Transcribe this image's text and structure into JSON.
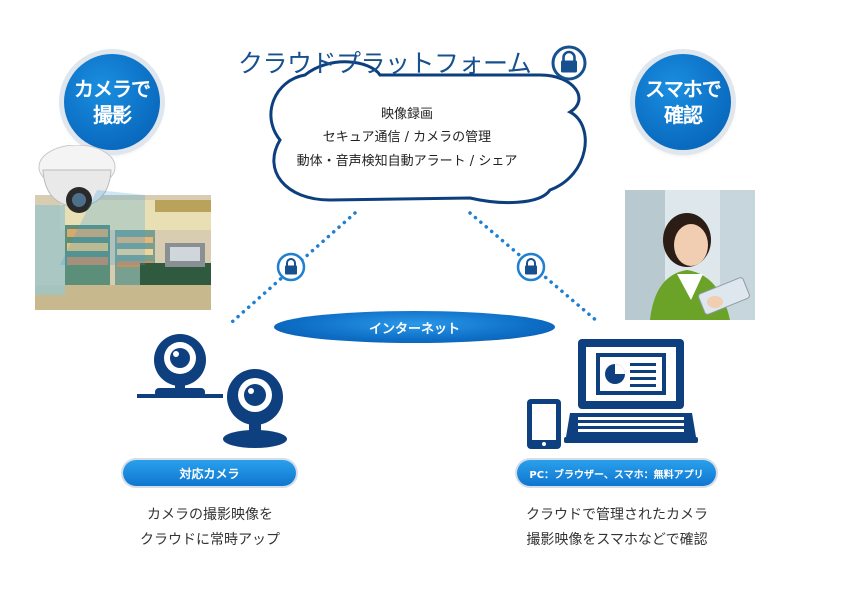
{
  "badges": {
    "left": {
      "line1": "カメラで",
      "line2": "撮影"
    },
    "right": {
      "line1": "スマホで",
      "line2": "確認"
    }
  },
  "cloud": {
    "title": "クラウドプラットフォーム",
    "lines": [
      "映像録画",
      "セキュア通信 / カメラの管理",
      "動体・音声検知自動アラート / シェア"
    ]
  },
  "network": {
    "label": "インターネット"
  },
  "left_section": {
    "pill": "対応カメラ",
    "caption_line1": "カメラの撮影映像を",
    "caption_line2": "クラウドに常時アップ"
  },
  "right_section": {
    "pill": "PC：ブラウザー、スマホ：無料アプリ",
    "caption_line1": "クラウドで管理されたカメラ",
    "caption_line2": "撮影映像をスマホなどで確認"
  },
  "colors": {
    "primary_blue": "#0a6bc0",
    "dark_navy": "#0e3f7e",
    "title_blue": "#17508f"
  },
  "icons": [
    "lock-icon",
    "webcam-icon",
    "laptop-icon",
    "smartphone-icon",
    "security-camera-icon"
  ]
}
